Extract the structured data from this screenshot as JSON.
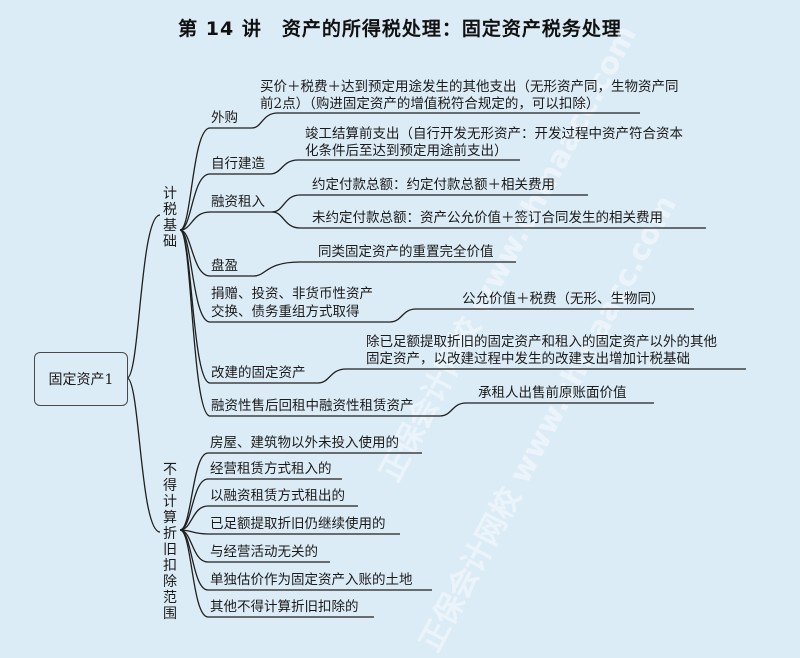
{
  "title": "第 14 讲　资产的所得税处理：固定资产税务处理",
  "root": "固定资产1",
  "branch1": "计税基础",
  "branch2": "不得计算折旧扣除范围",
  "b1": {
    "waigou": "外购",
    "waigou_d1": "买价＋税费＋达到预定用途发生的其他支出（无形资产同，生物资产同",
    "waigou_d2": "前2点）（购进固定资产的增值税符合规定的，可以扣除）",
    "zixing": "自行建造",
    "zixing_d1": "竣工结算前支出（自行开发无形资产：开发过程中资产符合资本",
    "zixing_d2": "化条件后至达到预定用途前支出）",
    "rongzi": "融资租入",
    "rongzi_d1": "约定付款总额：约定付款总额＋相关费用",
    "rongzi_d2": "未约定付款总额：资产公允价值＋签订合同发生的相关费用",
    "panying": "盘盈",
    "panying_d": "同类固定资产的重置完全价值",
    "juanzeng1": "捐赠、投资、非货币性资产",
    "juanzeng2": "交换、债务重组方式取得",
    "juanzeng_d": "公允价值＋税费（无形、生物同）",
    "gaijian": "改建的固定资产",
    "gaijian_d1": "除已足额提取折旧的固定资产和租入的固定资产以外的其他",
    "gaijian_d2": "固定资产，以改建过程中发生的改建支出增加计税基础",
    "shouhou": "融资性售后回租中融资性租赁资产",
    "shouhou_d": "承租人出售前原账面价值"
  },
  "b2": {
    "items": [
      "房屋、建筑物以外未投入使用的",
      "经营租赁方式租入的",
      "以融资租赁方式租出的",
      "已足额提取折旧仍继续使用的",
      "与经营活动无关的",
      "单独估价作为固定资产入账的土地",
      "其他不得计算折旧扣除的"
    ]
  },
  "watermark": "正保会计网校 www.chinaacc.com"
}
